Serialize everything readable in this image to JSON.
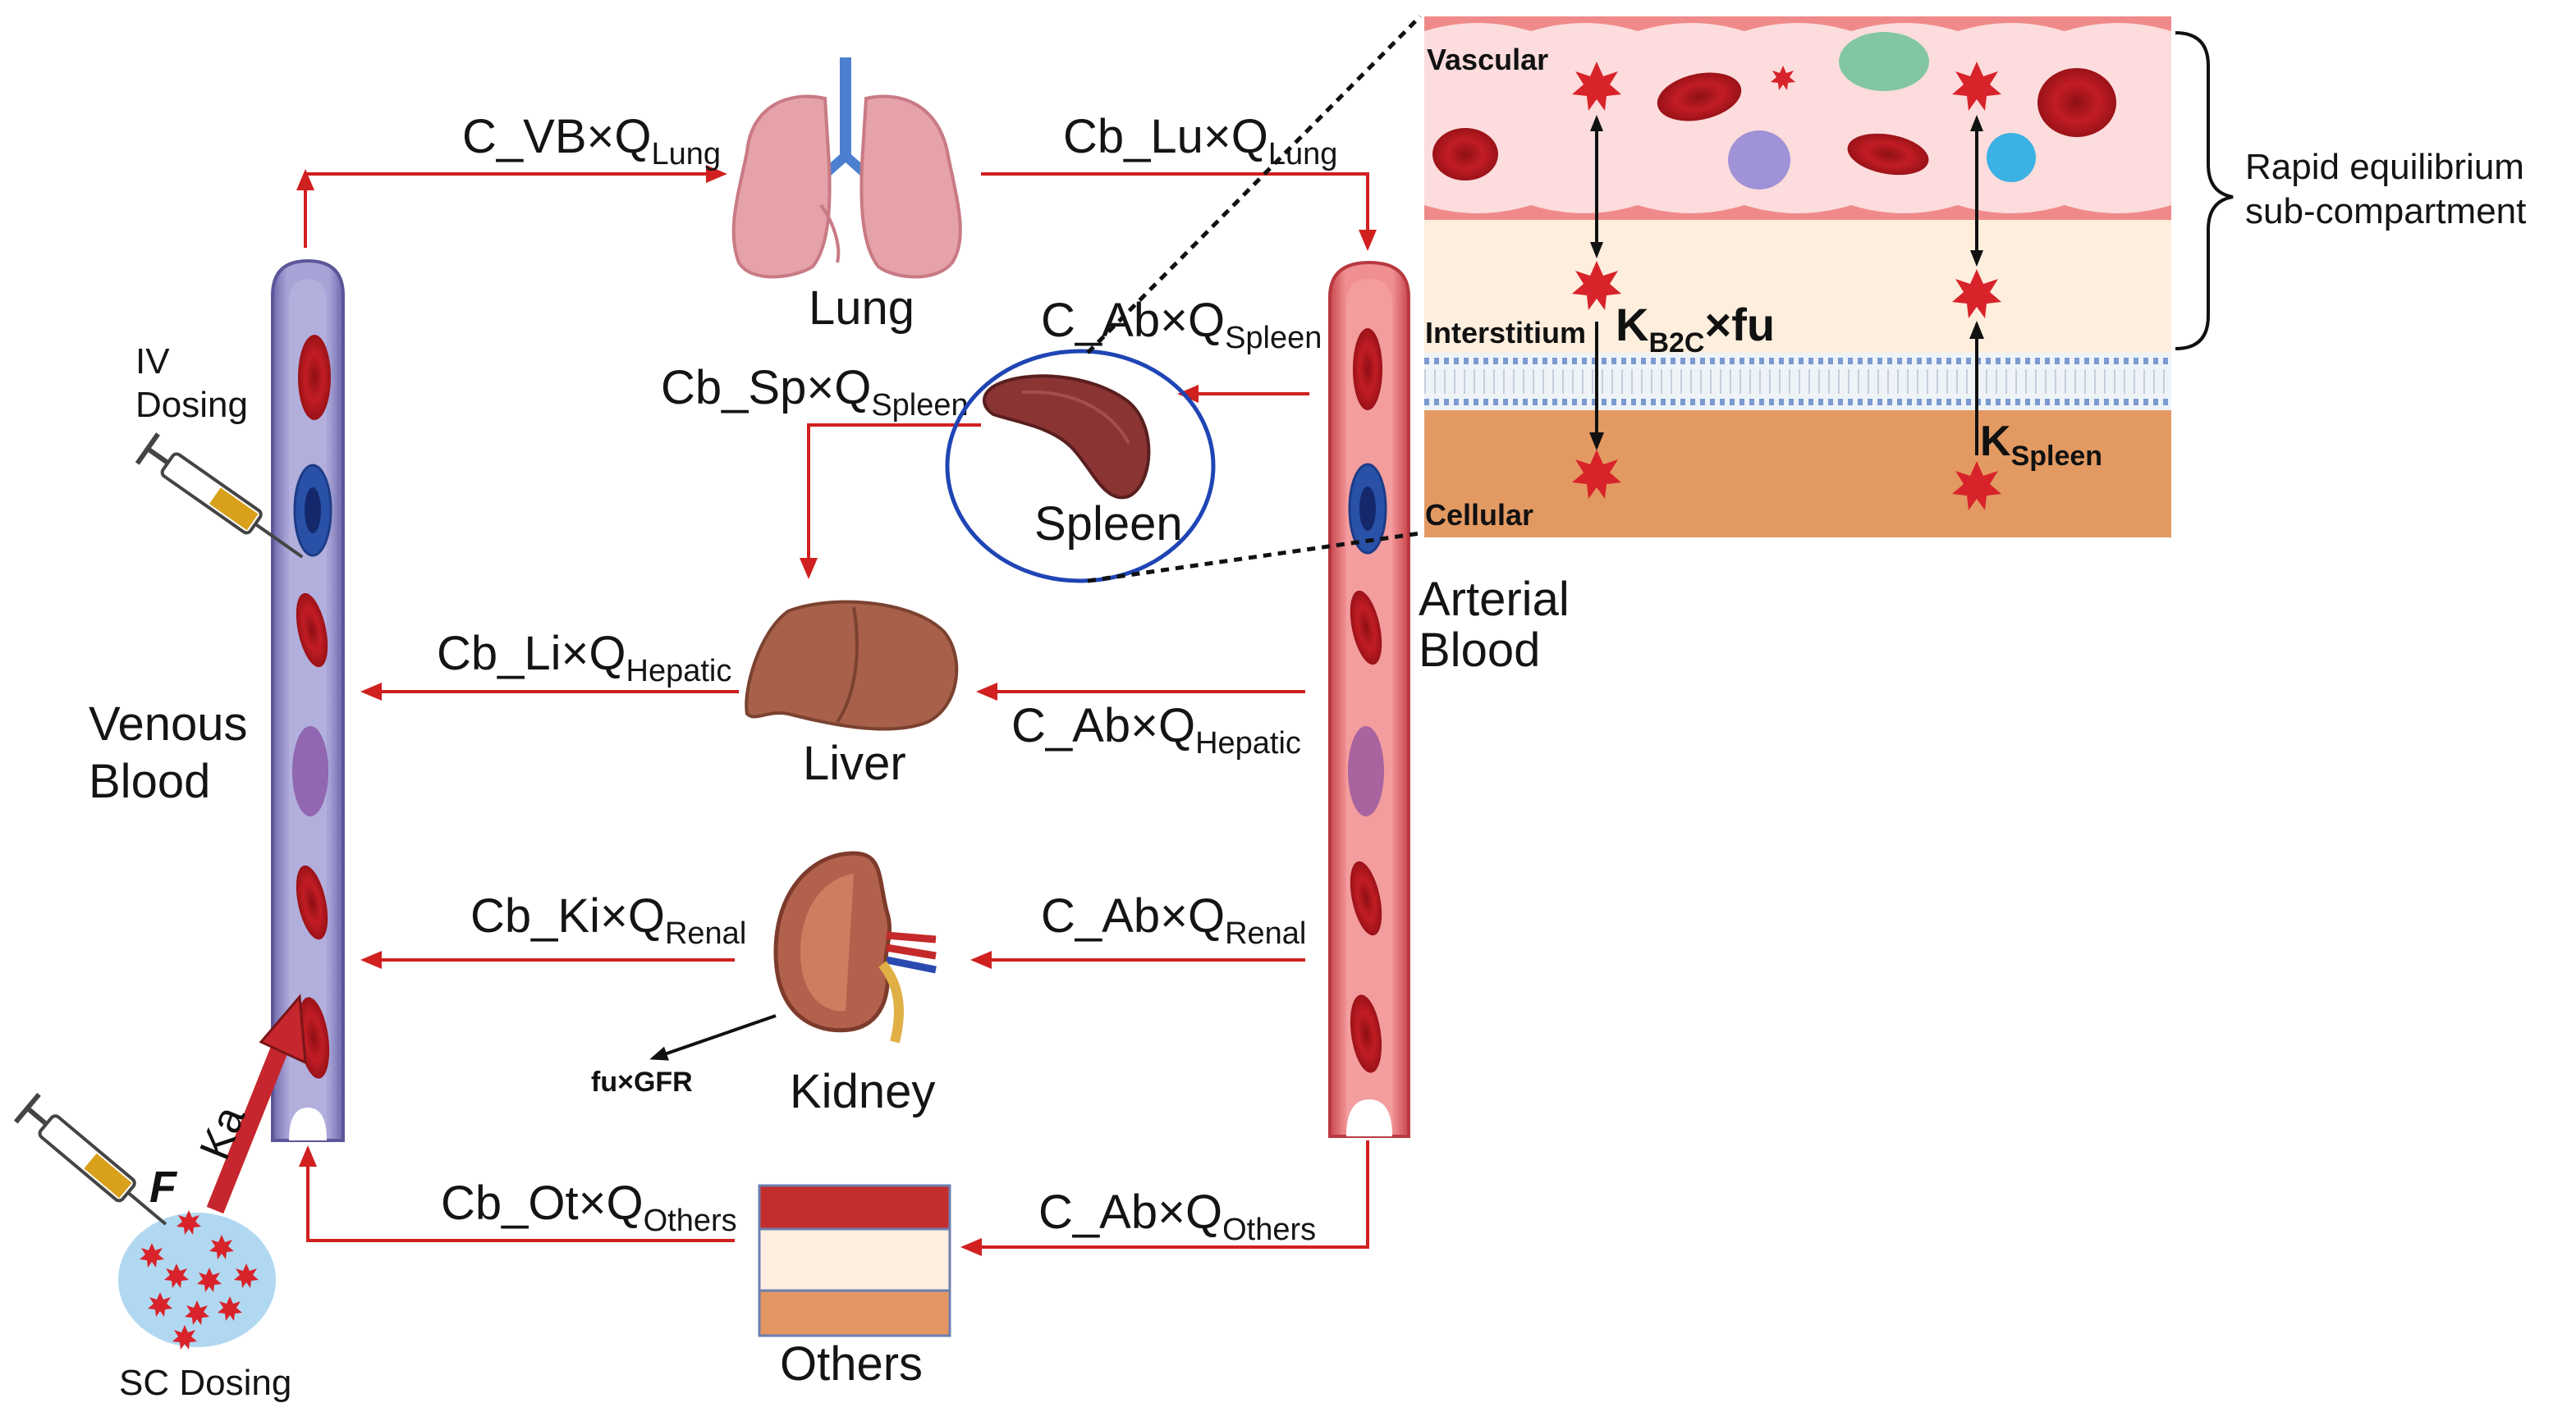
{
  "colors": {
    "arrow": "#d0201f",
    "venous": "#8a85c0",
    "arterial": "#dc6b6f",
    "spleen_circle": "#1f45b4",
    "drug": "#d8232a"
  },
  "icons": [
    "lung-icon",
    "spleen-icon",
    "liver-icon",
    "kidney-icon",
    "syringe-icon",
    "red-blood-cell-icon",
    "drug-particle-icon",
    "tissue-layers-icon"
  ],
  "flows": {
    "vb_lung": {
      "base": "C_VB×Q",
      "sub": "Lung"
    },
    "lu_art": {
      "base": "Cb_Lu×Q",
      "sub": "Lung"
    },
    "ab_spleen": {
      "base": "C_Ab×Q",
      "sub": "Spleen"
    },
    "sp_out": {
      "base": "Cb_Sp×Q",
      "sub": "Spleen"
    },
    "li_out": {
      "base": "Cb_Li×Q",
      "sub": "Hepatic"
    },
    "ab_hep": {
      "base": "C_Ab×Q",
      "sub": "Hepatic"
    },
    "ki_out": {
      "base": "Cb_Ki×Q",
      "sub": "Renal"
    },
    "ab_ren": {
      "base": "C_Ab×Q",
      "sub": "Renal"
    },
    "ot_out": {
      "base": "Cb_Ot×Q",
      "sub": "Others"
    },
    "ab_oth": {
      "base": "C_Ab×Q",
      "sub": "Others"
    }
  },
  "organs": {
    "lung": "Lung",
    "spleen": "Spleen",
    "liver": "Liver",
    "kidney": "Kidney",
    "others": "Others"
  },
  "blood": {
    "venous_line1": "Venous",
    "venous_line2": "Blood",
    "arterial_line1": "Arterial",
    "arterial_line2": "Blood"
  },
  "dosing": {
    "iv_line1": "IV",
    "iv_line2": "Dosing",
    "sc": "SC Dosing",
    "ka": "Ka",
    "f": "F"
  },
  "renal": {
    "gfr": "fu×GFR"
  },
  "inset": {
    "vascular": "Vascular",
    "interstitium": "Interstitium",
    "cellular": "Cellular",
    "kb2c_base": "K",
    "kb2c_sub": "B2C",
    "kb2c_tail": "×fu",
    "kspleen_base": "K",
    "kspleen_sub": "Spleen"
  },
  "bracket": {
    "line1": "Rapid equilibrium",
    "line2": "sub-compartment"
  }
}
